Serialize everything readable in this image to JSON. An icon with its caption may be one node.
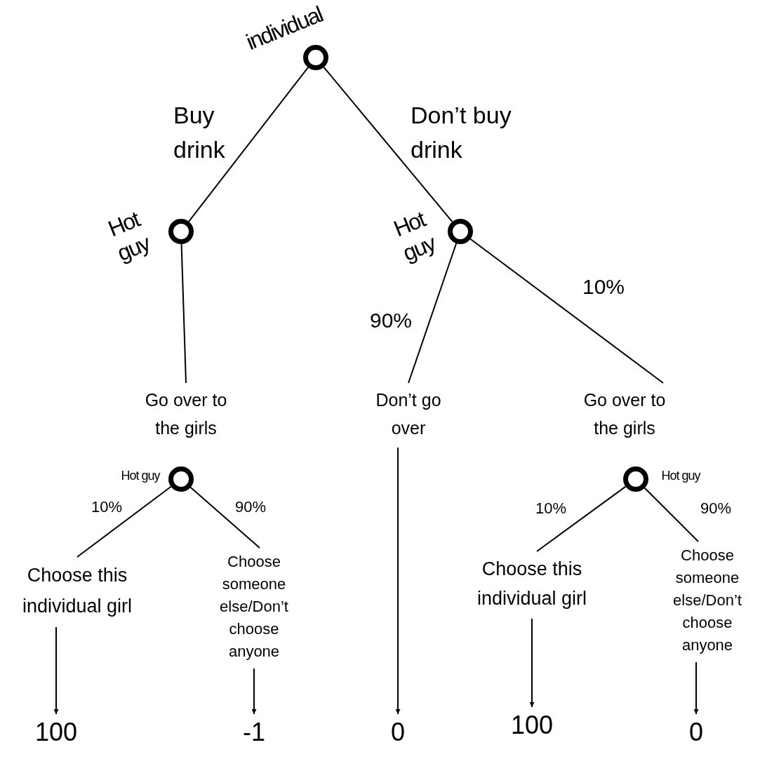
{
  "diagram": {
    "nodes": [
      {
        "text": [],
        "shape": "circle",
        "beside": [
          "individual"
        ]
      },
      {
        "text": [],
        "shape": "circle",
        "beside": [
          "Hot guy"
        ]
      },
      {
        "text": [],
        "shape": "circle",
        "beside": [
          "Hot guy"
        ]
      },
      {
        "text": [
          "Go over to the girls"
        ]
      },
      {
        "text": [
          "Don’t go over"
        ]
      },
      {
        "text": [
          "Go over to the girls"
        ]
      },
      {
        "text": [],
        "shape": "circle",
        "beside": [
          "Hot guy"
        ]
      },
      {
        "text": [],
        "shape": "circle",
        "beside": [
          "Hot guy"
        ]
      },
      {
        "text": [
          "Choose this individual girl"
        ]
      },
      {
        "text": [
          "Choose someone else/Don’t choose anyone"
        ]
      },
      {
        "text": [
          "Choose this individual girl"
        ]
      },
      {
        "text": [
          "Choose someone else/Don’t choose anyone"
        ]
      },
      {
        "text": [
          "100"
        ]
      },
      {
        "text": [
          "-1"
        ]
      },
      {
        "text": [
          "0"
        ]
      },
      {
        "text": [
          "100"
        ]
      },
      {
        "text": [
          "0"
        ]
      }
    ],
    "edges": [
      {
        "from": 0,
        "to": 1,
        "arrow": "none",
        "label": "Buy drink"
      },
      {
        "from": 0,
        "to": 2,
        "arrow": "none",
        "label": "Don’t buy drink"
      },
      {
        "from": 1,
        "to": 3,
        "arrow": "none"
      },
      {
        "from": 2,
        "to": 4,
        "arrow": "none",
        "label": "90%"
      },
      {
        "from": 2,
        "to": 5,
        "arrow": "none",
        "label": "10%"
      },
      {
        "from": 6,
        "to": 8,
        "arrow": "none",
        "label": "10%"
      },
      {
        "from": 6,
        "to": 9,
        "arrow": "none",
        "label": "90%"
      },
      {
        "from": 7,
        "to": 10,
        "arrow": "none",
        "label": "10%"
      },
      {
        "from": 7,
        "to": 11,
        "arrow": "none",
        "label": "90%"
      },
      {
        "from": 8,
        "to": 12,
        "arrow": "to"
      },
      {
        "from": 9,
        "to": 13,
        "arrow": "to"
      },
      {
        "from": 4,
        "to": 14,
        "arrow": "to"
      },
      {
        "from": 10,
        "to": 15,
        "arrow": "to"
      },
      {
        "from": 11,
        "to": 16,
        "arrow": "to"
      }
    ]
  }
}
